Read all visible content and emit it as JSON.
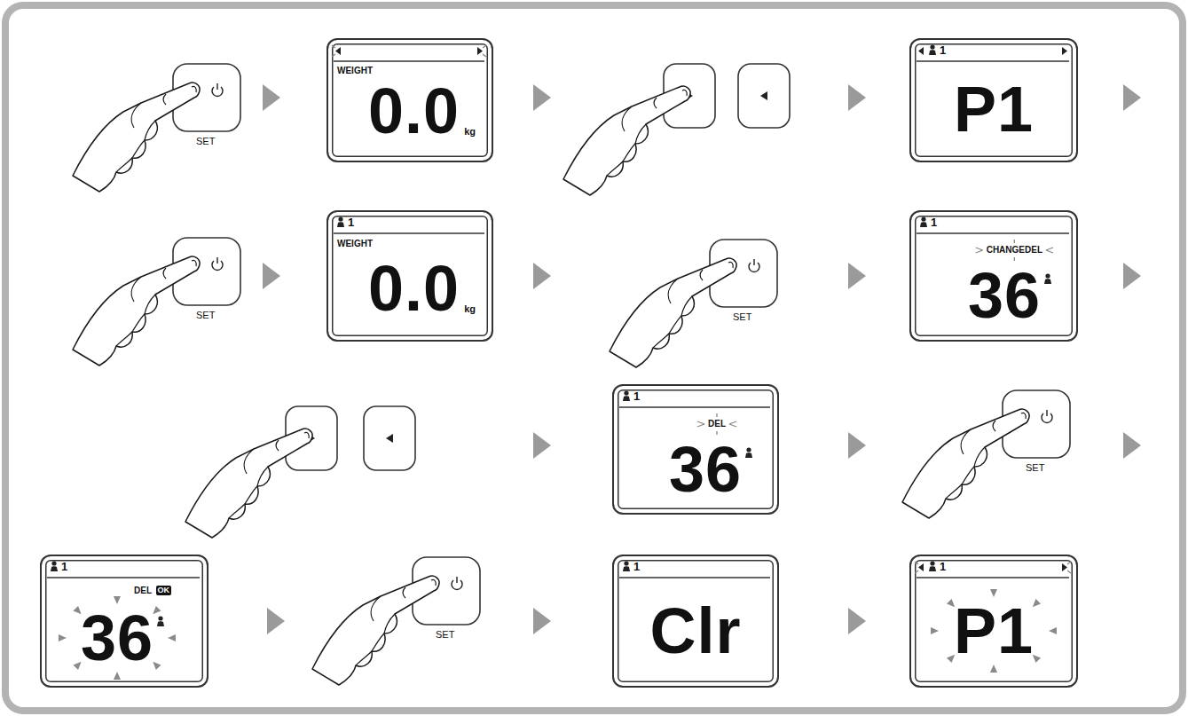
{
  "diagram": {
    "nodes": [
      {
        "text": [
          "SET"
        ]
      },
      {
        "text": [
          "WEIGHT",
          "0.0",
          "kg"
        ]
      },
      {
        "text": [
          "1",
          "P1"
        ]
      },
      {
        "text": [
          "SET"
        ]
      },
      {
        "text": [
          "1",
          "WEIGHT",
          "0.0",
          "kg"
        ]
      },
      {
        "text": [
          "SET"
        ]
      },
      {
        "text": [
          "1",
          "CHANGEDEL",
          "36"
        ]
      },
      {
        "text": [
          "1",
          "DEL",
          "36"
        ]
      },
      {
        "text": [
          "SET"
        ]
      },
      {
        "text": [
          "1",
          "DEL",
          "OK",
          "36"
        ]
      },
      {
        "text": [
          "SET"
        ]
      },
      {
        "text": [
          "1",
          "Clr"
        ]
      },
      {
        "text": [
          "1",
          "P1"
        ]
      }
    ]
  }
}
